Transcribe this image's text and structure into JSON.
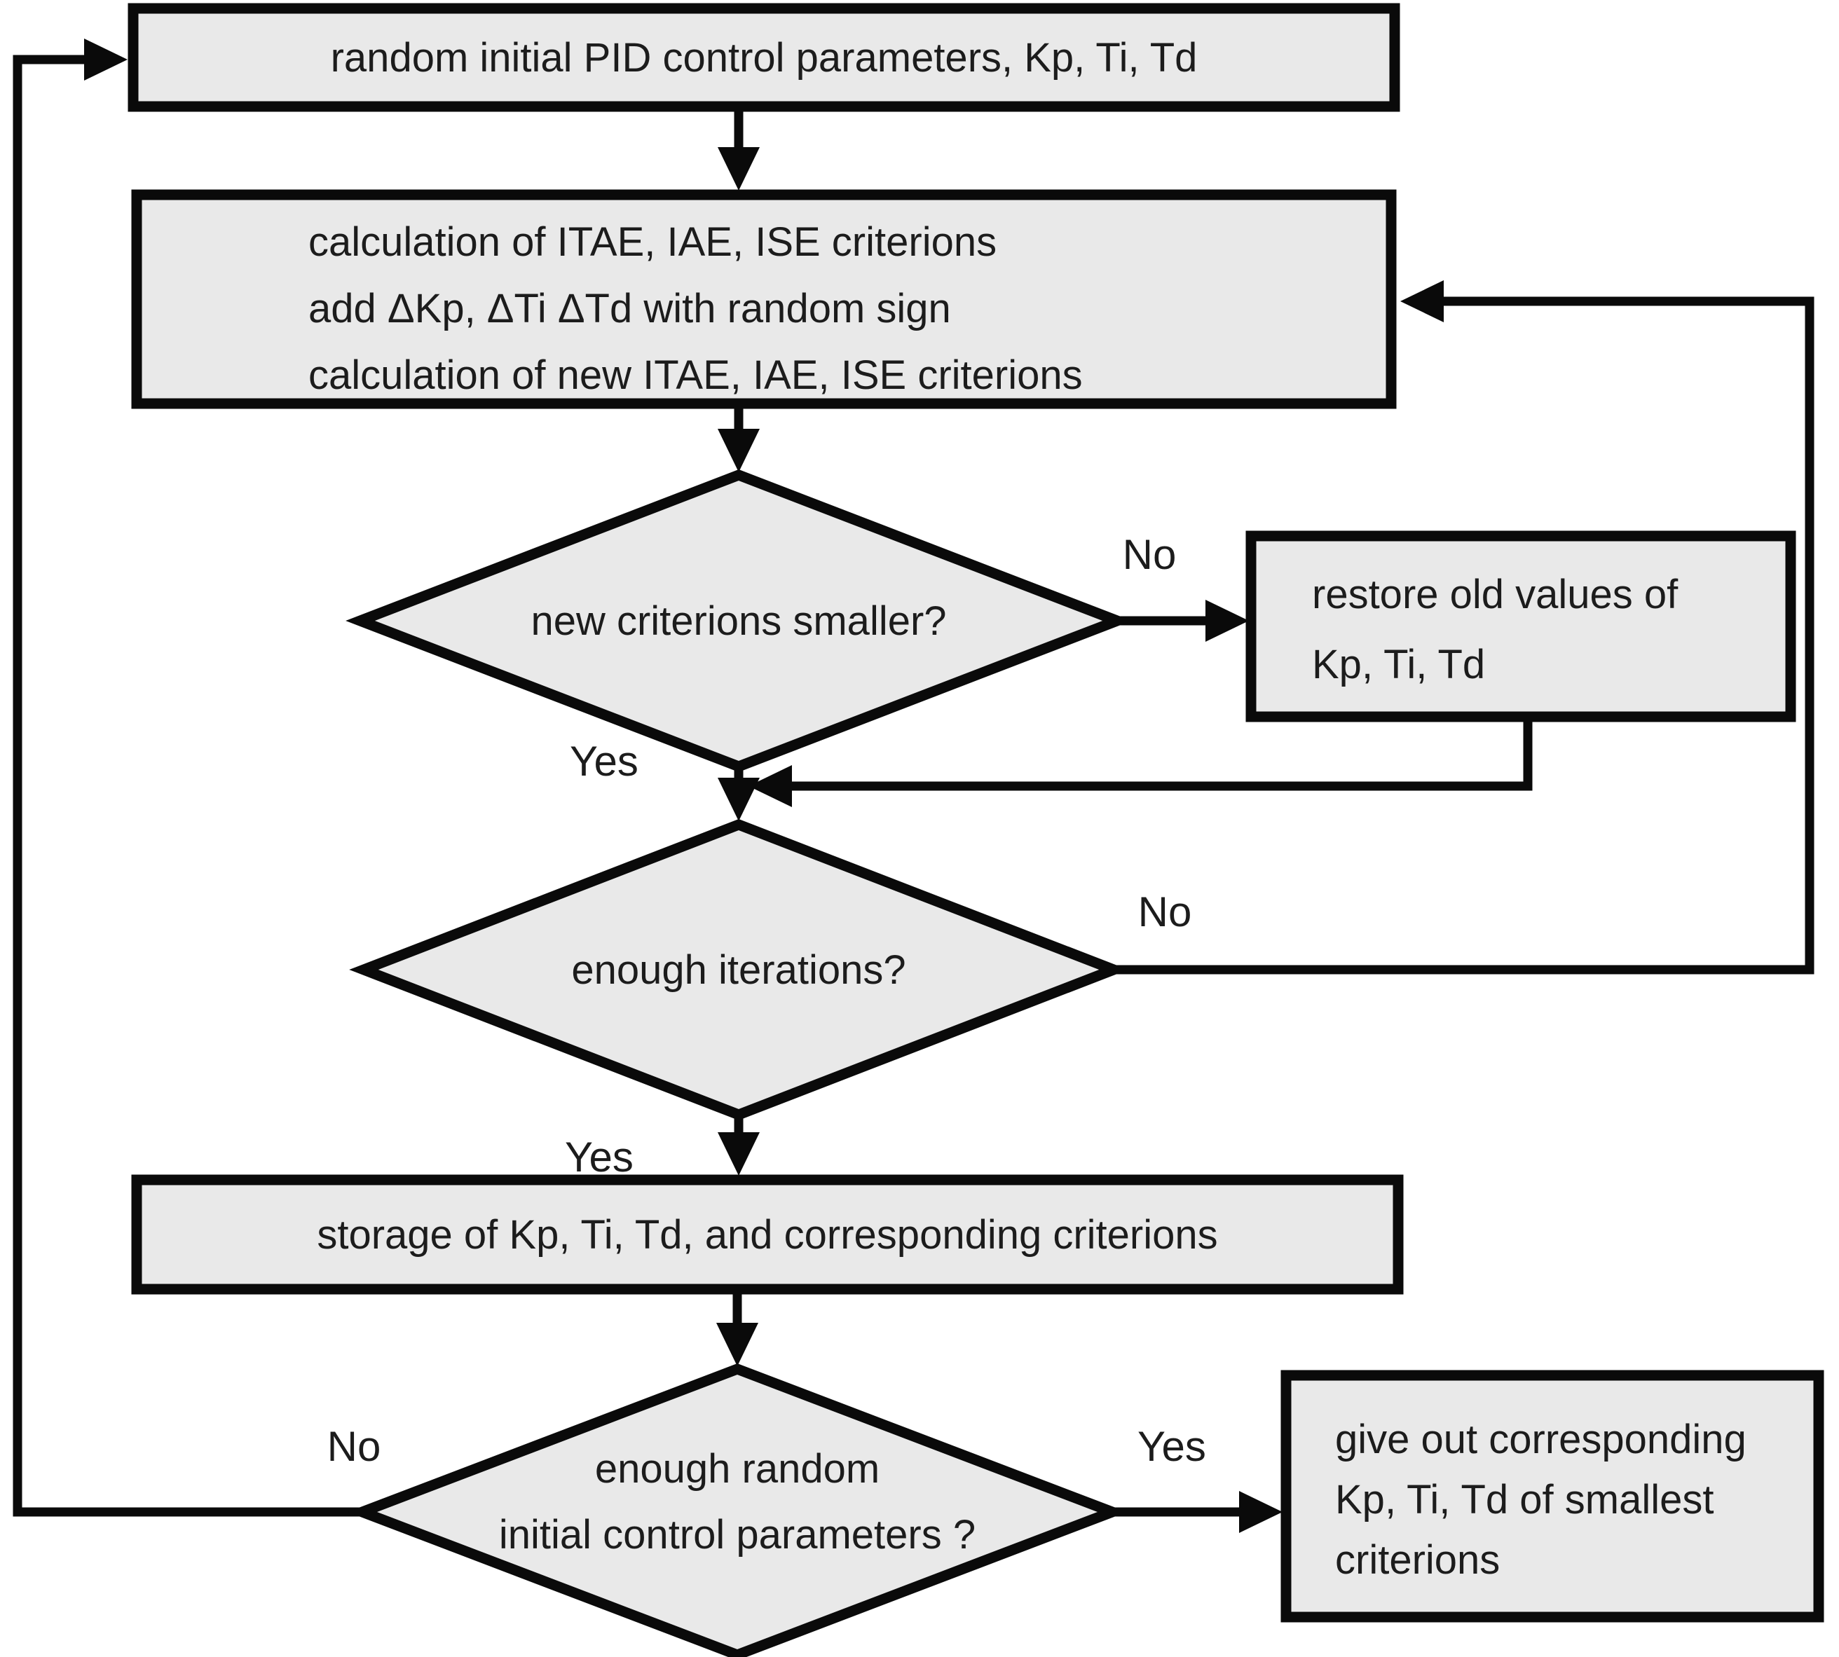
{
  "flowchart": {
    "title_semantic": "random-search PID tuning algorithm flowchart",
    "nodes": {
      "start": {
        "type": "process",
        "label": "random initial PID control parameters, Kp, Ti, Td"
      },
      "calc": {
        "type": "process",
        "lines": [
          "calculation of ITAE, IAE, ISE criterions",
          "add ΔKp, ΔTi ΔTd with random sign",
          "calculation of new ITAE, IAE, ISE criterions"
        ]
      },
      "decision_smaller": {
        "type": "decision",
        "label": "new criterions smaller?"
      },
      "restore": {
        "type": "process",
        "lines": [
          "restore old values of",
          "Kp, Ti, Td"
        ]
      },
      "decision_iterations": {
        "type": "decision",
        "label": "enough iterations?"
      },
      "storage": {
        "type": "process",
        "label": "storage of Kp, Ti, Td, and corresponding criterions"
      },
      "decision_initial": {
        "type": "decision",
        "lines": [
          "enough random",
          "initial control parameters ?"
        ]
      },
      "output": {
        "type": "process",
        "lines": [
          "give out corresponding",
          "Kp, Ti, Td of smallest",
          "criterions"
        ]
      }
    },
    "labels": {
      "d1_no": "No",
      "d1_yes": "Yes",
      "d2_no": "No",
      "d2_yes": "Yes",
      "d3_no": "No",
      "d3_yes": "Yes"
    }
  },
  "colors": {
    "node_fill": "#e9e9e9",
    "node_stroke": "#0a0a0a",
    "line": "#0a0a0a",
    "text": "#1c1c1c",
    "background": "#ffffff"
  }
}
